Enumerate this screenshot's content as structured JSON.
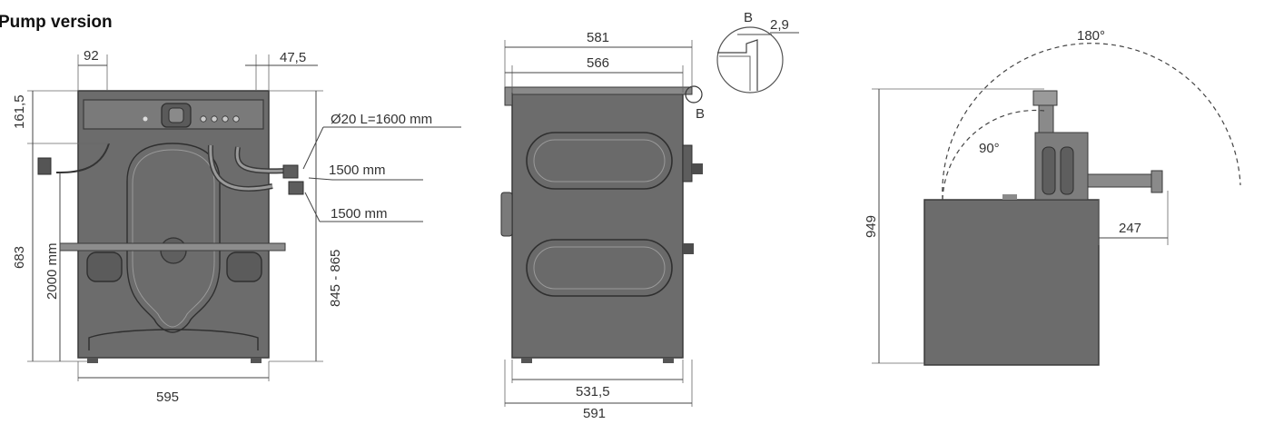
{
  "title": "Pump version",
  "front_view": {
    "top_offset": "92",
    "right_offset": "47,5",
    "top_band_height": "161,5",
    "hose_spec": "Ø20 L=1600 mm",
    "hose_length_1": "1500 mm",
    "hose_length_2": "1500 mm",
    "cable_length": "2000 mm",
    "height": "683",
    "height_range": "845 - 865",
    "width": "595"
  },
  "side_view": {
    "depth_outer_top": "581",
    "depth_inner_top": "566",
    "detail_label_top": "B",
    "detail_clearance": "2,9",
    "detail_marker": "B",
    "depth_inner_bottom": "531,5",
    "depth_outer_bottom": "591"
  },
  "lid_view": {
    "angle_max": "180°",
    "angle_mid": "90°",
    "total_height": "949",
    "overhang": "247"
  }
}
